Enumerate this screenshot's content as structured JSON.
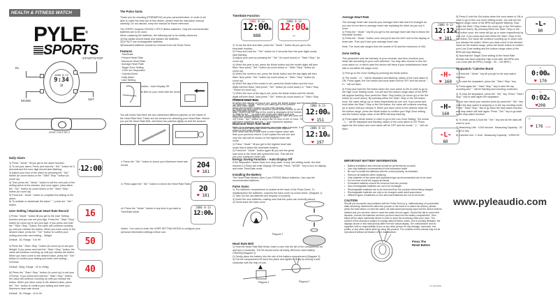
{
  "header": {
    "banner": "HEALTH & FITNESS WATCH",
    "brand_top": "PYLE",
    "brand_bottom": "SPORTS",
    "registered": "®"
  },
  "watch_diagram": {
    "labels": {
      "el": "EL",
      "start_stop": "START/STOP",
      "mode": "MODE",
      "set": "SET"
    },
    "display": {
      "date": "2006 8-13",
      "time": "9:34",
      "sub": "18"
    },
    "belt_caption": "HEART RATE BELT"
  },
  "pulse_sonic": {
    "title": "The Pulse Sonic",
    "intro": "Thank you for choosing (PHRM8PLW) as your personal trainer. In order to be able to make the best use of this device, please read the instruction manual carefully. Do not discard, keep the manual for future reference.",
    "battery_note": "The ZORPX requires CR2032 x 2PCS lithium batteries. Only the recommended batteries are to be used.",
    "battery_rules": [
      "When replacing the batteries, the following are to be strictly observed.",
      "1)Only adults should install and replace the batteries.",
      "2)DO NOT use rechargeable batteries.",
      "3)Exhausted batteries should be removed from the Pulse Sonic."
    ],
    "features_title": "Features",
    "features": [
      "Time/Date",
      "Present Heart Rate",
      "Maximum Heart Rate",
      "Average Heart Rate",
      "Target Zone Setting",
      "1/100 sec Stopwatch",
      "Calories Burnt",
      "Daily Alarm",
      "User Setting",
      "EL Backlight",
      "Energy Saving Function – Auto Display Off"
    ],
    "wear_text": "Wear the Heart Rate Belt on your chest with the sensor over your heart for detection.",
    "notice_text": "You will notice that there are two rubberized different patches on the inside of the Heart Rate Belt. These are the sensors for detecting your Heart Rate. Before you put the Heart Rate Belt, wet these two patches lightly so that the sensors can detect your heart rate accurately."
  },
  "time_date": {
    "title": "Time/Date Function",
    "lcd1": {
      "date": "2006 8-13",
      "time": "12:00",
      "sec": "00",
      "sub": "888"
    },
    "lcd2": {
      "date": "2006 8-13",
      "time": "12:00",
      "sec": "00",
      "sub": "–"
    },
    "steps": [
      "1) To set the time and date, press the \" Mode \" button till you get to the time/date function.",
      "2) Press and hold the \" Set \" button for 3 seconds then the year digits would start flashing.",
      "3) Adjust your year by pressing the \" Set \" (to count down) or \" Start / Stop \" (to count up).",
      "4) When the year is set, press the Mode button and the month digits will then flash. Now press \" Set \" button (to count down) or \" Start / Stop \" button (to count up).",
      "5) When the month is set, press the Mode button and the day digits will then flash. Now press \" Set \" button (to count down) or \" Start / Stop \" button (to count up).",
      "6) When the day of the month is set, press the Mode button and the hour digits will then flash. Now press \" Set \" button (to count down) or \" Start / Stop \" button (to count up).",
      "7) When the hour of the day is set, press the Mode button and the minute digits will then flash. Now press \" Set \" button (to count down) or \" Start / Stop \" button (to count up).",
      "8) When the minute of hour is set, press the Mode button and the hour digits will then flash again.",
      "9) When the time mode is selected, press Mode button to set the time and date. Noted that the day of the week is displayed at the bottom of the watch and will be automatically set according to the date and year selected.",
      "10) Press \" Set \" button to select the 24 hour or the 12 hour. The \" \" icon represent nighttime and the \" \" icon represent daytime."
    ],
    "note": "Note: If no changes (adjustments) are made after 1 minute, it will automatically return to the main display."
  },
  "present_hr": {
    "title": "Present Heart Rate",
    "steps": [
      "1) Press the \" Mode \" key till you have got to the present heart rate function located on the main display, below the time/date function.",
      "2) Wait for the \" \" to reach the heart rate watch and your heart rate should appear in a few seconds."
    ],
    "lcd": {
      "date": "2006 8-13",
      "time": "12:00",
      "sec": "18",
      "sub": "151"
    }
  },
  "max_hr": {
    "title": "Maximum Heart Rate Mode",
    "text": "The maximum heart rate mode records your highest ever heart rate and if you have a even higher heart rate than your previous record, it will replace the old one and only the new will be shown on the highest heart rate mode.",
    "steps": [
      "1) Press \" Mode \" till you get to the highest heart rate mode that is below the time/date function.",
      "2) Press the \" Mode \" button again till you see the great man next to the heart rate symbol the text. This will tell you your maximum heart rate."
    ],
    "lcd": {
      "date": "2006 8-13",
      "time": "12:10",
      "sec": "16",
      "sub": "197"
    }
  },
  "daily_alarm": {
    "title": "Daily Alarm",
    "steps": [
      "1) Press \" Mode \" till you get to the alarm function.",
      "2) To set your alarm, Press and hold the \" Set \" button for 3 seconds and the hour digit should start flashing.",
      "3) Adjust your hour of the alarm by pressing the \" Set \" button (to count down) or the \" Start / Stop \" button (to count up).",
      "4) Then press the \" Mode \" button to set the next part of the setting which is the minutes. And once again, press either the \" Set \" button (to count down) or the \" Start / Stop \" button (to count up).",
      "5) Press the \" Mode \" button to complete the setting of the alarm.",
      "6) To activate or deactivate the alarm \" \", press the \" Set \" button."
    ],
    "lcd": "12:00"
  },
  "user_setting": {
    "title": "User Setting / Maximum Heart Rate Record",
    "blocks": [
      {
        "text": "i) Press \" Mode \" button till you get to the User Setting function and you can set your Age. Press the \" Start / Stop \" button (to count up) to set your Age. If you press and hold the \" Start / Stop \" button, the value will continue counting up until you release the button. When you have come to the desired value, press the \" Set \" button to confirm your setting and enter next setting – Weight",
        "default": "Default : 16, Range : 5 to 99",
        "lcd": "16"
      },
      {
        "text": "ii) Press the \" Start / Stop \" button (to count up) to set your Weight. If you press and hold the \" Start / Stop \" button, the value will continue counting up until you release the button. When you have come to the desired value, press the \" Set \" button to confirm your setting and enter next setting – VO2max",
        "default": "Default : 60kg, Range : 20 to 199kg",
        "lcd": "50"
      },
      {
        "text": "iii) Press the \" Start / Stop \" button (to count up) to set your VO2max. If you press and hold the \" Start / Stop \" button, the value will continue counting up until you release the button. When you have come to the desired value, press the \" Set \" button to confirm your setting and enter your Maximum heart rate record",
        "default": "Default : 40, Range : 10 to 94",
        "lcd": "40"
      }
    ]
  },
  "col2_lower": {
    "step_v": "v. Press the \" Set \" button to check your Maximum heart rate record",
    "lcd_v": {
      "big": "204",
      "sub": "181"
    },
    "step_vi": "vi. Press again the \" Set \" button to check the Heart Rate Ratio",
    "lcd_vi": {
      "big": "20",
      "sub": "181"
    },
    "step_vii": "vii. Press the \" Mode \" button in any time to go back to Time/Date Mode",
    "lcd_vii": {
      "date": "2006 8-13",
      "time": "12:00",
      "sec": "00"
    },
    "noted": "Noted : You need to enter the USER SETTING MODE to configure your personal information settings before use."
  },
  "energy": {
    "title": "Energy Saving Function – Auto Display Off",
    "text": "If the Stopwatch / Alarm timer is in stop state. In any non setting mode, the time reaches 12:00am will enter Display Off mode. Press \" MODE \" key to turn on display and enter Time/Date mode.",
    "battery_title": "Installing the Battery",
    "battery_text": "The Heart Rate Monitor uses 2 pcs CR2032 lithium batteries. Use only the recommended batteries.",
    "pulse_title": "Pulse Sonic",
    "pulse_steps": [
      "1) The batteries compartment is located at the back of the Pulse Sonic. To install/replace the batteries, unscrew the back cover by screw driver. (Diagram 1)",
      "2) Take out the old batteries and dispose of properly.",
      "3) Insert the new batteries, making sure that the poles are correctly placed.",
      "4) Screw back the back cover."
    ],
    "diagram1": "Diagram 1",
    "belt_title": "Heart Rate Belt",
    "belt_steps": [
      "1) Hold the Heart Rate Belt firmly. Insert a coin into the slit of the compartment lid and turn it clockwise. The lid should come off easily (Remove used battery CR2032)(Diagram 2)",
      "2) Gently place the battery into the slot of the battery compartment.(Diagram 3)",
      "3) Put the compartment lid back into place and tighten it firmly by turning it anti-clockwise with the help of coin."
    ],
    "diagram2": "Diagram 2",
    "diagram3": "Diagram 3"
  },
  "avg_hr": {
    "title": "Average Heart Rate",
    "text": "The average heart rate records your average heart rate and it is changed as you use it from time to average heart rate replacing the other as you use it more.",
    "steps": [
      "1) Press the \" Mode \" key till you get to the average heart rate that is below the time/date function.",
      "2) Press the \" Mode \" button once and you'll see the AVG next to the display of heart rate. Then you'll see your average heart rate."
    ],
    "note": "Note: The heart rate ranges from the lowest of 30 and the maximum of 240.",
    "lcd": {
      "date": "2006 8-13",
      "time": "12:12",
      "sec": "16",
      "sub": "181"
    }
  },
  "zone": {
    "title": "Zone Setting",
    "text": "This parameter sets the intensity of your exercise, and thus monitors your heart rate according to your zone selection. You may also choose to turn the zone alarm on, in which case the device will beep if your instantaneous heart rate is not within the target zone.",
    "steps": [
      "1) First go to the Zone Setting by pressing the Mode button.",
      "2) The words \" -H- \" will be displayed and flashing, status of the zone alarm is ON. Press again, the Set button and zone alarm will be OFF and the words \" -H- \" will not flash.",
      "3) Press and hold the Set button when the zone alarm is ON in order to go to the High Zone Setting mode. You will see the bottom range value of the BPM will appear flashing. Now press the Start / Stop button (to count up) or the Set button (to count down). By pressing either the Start / Stop or the Set button once, the value will go up or down respectively by one unit. If you press and hold either the Start / Stop or the Set button, the value will continue counting up or down until you release it. When you have come to the desired value for the bottom range, press the Mode button to confirm your High Zone setting and the bottom range value of the BPM will stop flashing.",
      "4) Press again Mode button in order to go to the Low Zone Setting. The words \" -L- \" will be displayed and flashing, status of the zone alarm is ON. Press again the Set button and zone alarm will be OFF and the words \" -L- \" will not flash."
    ],
    "lcds": [
      {
        "big": "-H-",
        "sub": "160"
      },
      {
        "big": "-H-",
        "sub": "160"
      },
      {
        "big": "-L-",
        "sub": "80"
      }
    ]
  },
  "col4": {
    "step5": "5) Press & hold the Set button when the zone alarm is ON in order to go to the Low Zone Setting mode. You will see the bottom range value of the BPM will appear flashing. Now press the Start / Stop button (to count up) or the Set button (to count down). By pressing either the Start / Stop or the Set button once, the value will go up or down respectively by one unit. If you press and hold either the Start / Stop or the Set button, the value will continue counting up or down until you release the button. When you have come to the desired value for the bottom range, press the Mode button to confirm your Low Zone setting and the bottom range value of the BPM will stop flashing.",
    "step6": "6) Now that the Target Zone setting of the Heart Rate Monitor has been selected High Zone with 160 BPM and Low Zone with 80 BPM   ( Range : 30 – 240 BPM )",
    "lcd_zone": {
      "big": "-L-",
      "sub": "80"
    },
    "stopwatch_title": "Stopwatch / Calories Burnt",
    "stopwatch_steps": [
      "1) Press the \" Mode \" key till you get to the stop watch function.",
      "2) To start the stopwatch, press the \" Start / Stop \" key.",
      "3) Press again the \" Start / Stop \" key to take the lap counting and \" \" will be flashing and counting continued.",
      "4) To stop the stopwatch, press the \" Set \" key. Press \" Start / Stop \" key to start again the stopwatch.",
      "5) You can check your calories burnt by press the \" Set \" key when the stop watch is stopping or in the lap counting mode. Press \" Start / Stop \" key to go back the stop watch function and stop watch will start again. Press \" Set \" key to go back to the stop watch function.",
      "6) To reset, press & hold the \" Set \" key and all the data will reset to zero.",
      "7) Measuring Unit : 1/100 second ,  Measuring Capacity : 23 hr 59 m 59s",
      "8) Calories Unit : 1 Kcal ,  Measuring Capacity : 19999.99"
    ],
    "lcd_sw1": {
      "big": "0:00",
      "sec": "00",
      "sub": "170"
    },
    "lcd_sw2": {
      "big": "0:02",
      "sec": "36",
      "sub": "208"
    },
    "lcd_sw3": {
      "sub": "176",
      "side": "kcal"
    }
  },
  "important": {
    "title": "IMPORTANT BATTERY INFORMATION",
    "items": [
      "Battery installation and removal should be performed by an adult",
      "Use only batteries recommended in this instruction sheet",
      "Be sure to install the batteries with the correct polarity, as indicated",
      "Remove all batteries when replacing",
      "Only batteries of the same and equivalent type as recommended are to be used",
      "Do not short circuit the supply terminals",
      "Exhausted batteries should be removed from the product",
      "Non-rechargeable batteries are not to be recharges",
      "Rechargeable batteries are to be removed from the product before being charged",
      "Rechargeable batteries are only to be charged under adult supervision",
      "Different types of batteries or new and used batteries are not to be mixed."
    ],
    "caution_title": "CAUTION",
    "caution_text": "Should you encounter any problems with the Pulse Sonic (e.g. malfunctioning of a parameter, static electricity, interference within the product or the need to re active the device), please press the reset button to reset the watch. All data stored previously input into the device shall be deleted and you can then need to reset the watch all over again. Should this fail to correct the situation, remove the batteries and then put them back into the battery compartment. Then follow all the steps mentioned above in order to input the necessary data once more. The content of this manual is subject to change without further notice. Due to printing limitation, the displays shown in this manual may differ from the actual display. The manufacturer and its suppliers hold no responsibility to you or any other person for any damage, expenses, lost profits, or any other claims arise by using this product. The contents of this manual may not be reproduced without permission of the manufacturer."
  },
  "footer": {
    "url": "www.pyleaudio.com",
    "reset_label_1": "Press The",
    "reset_label_2": "Reset Button",
    "code": "T1-142-0001"
  }
}
